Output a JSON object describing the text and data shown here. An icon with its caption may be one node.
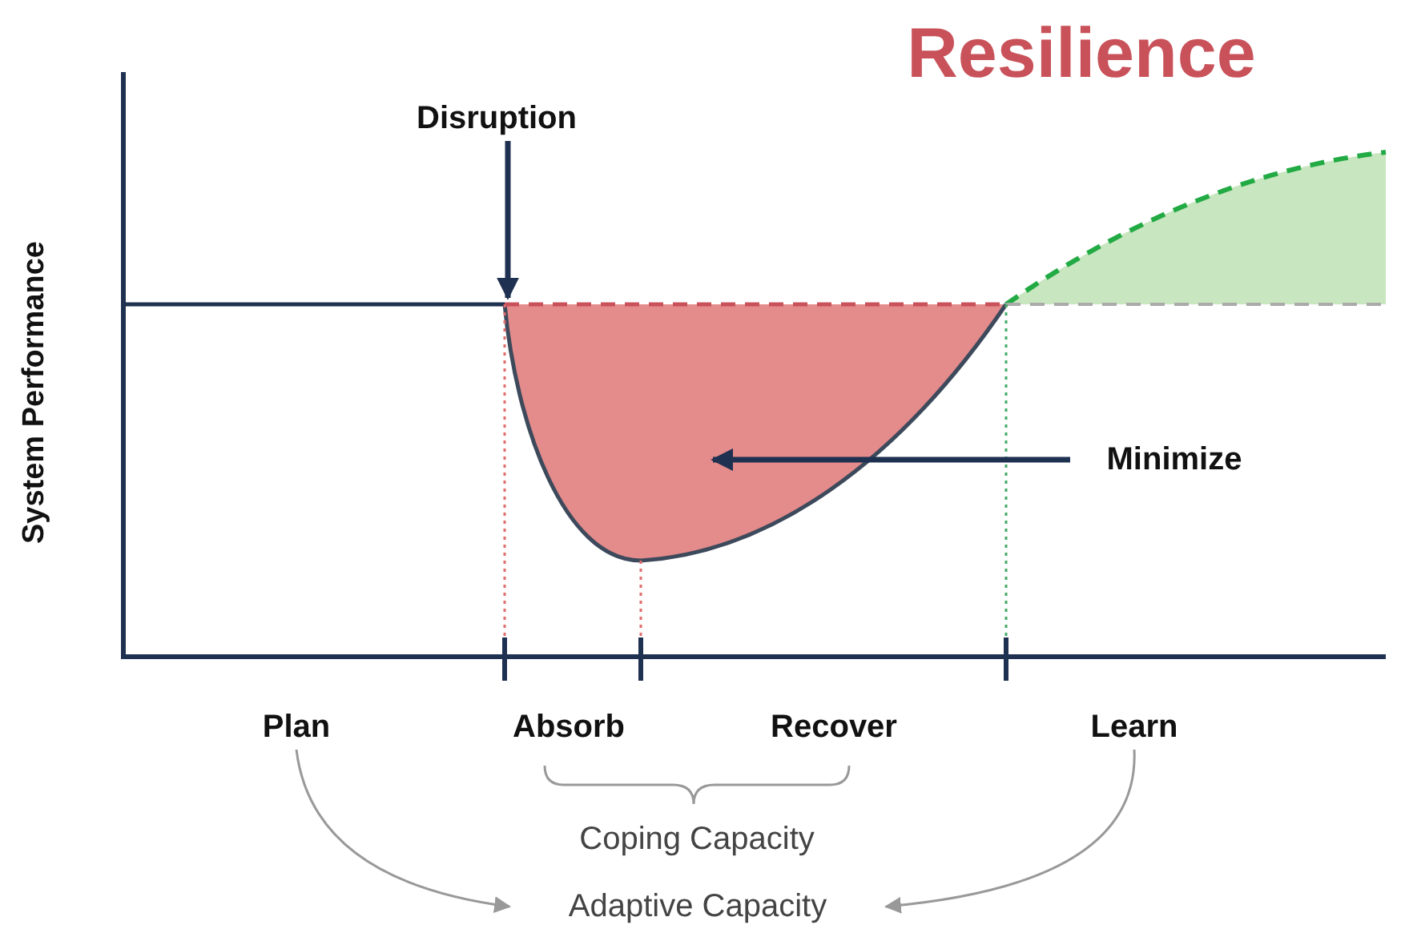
{
  "diagram": {
    "title": "Resilience",
    "nodes": [
      {
        "text": [
          "Disruption"
        ]
      },
      {
        "text": [
          "Minimize"
        ]
      },
      {
        "text": [
          "Plan"
        ]
      },
      {
        "text": [
          "Absorb"
        ]
      },
      {
        "text": [
          "Recover"
        ]
      },
      {
        "text": [
          "Learn"
        ]
      },
      {
        "text": [
          "Coping Capacity"
        ]
      },
      {
        "text": [
          "Adaptive Capacity"
        ]
      }
    ],
    "edges": [
      {
        "from": 0,
        "to": null,
        "arrow": "to",
        "style": "thick",
        "color": "#1f3150"
      },
      {
        "from": 1,
        "to": null,
        "arrow": "to",
        "style": "thick",
        "color": "#1f3150"
      },
      {
        "from": 2,
        "to": 7,
        "arrow": "to",
        "color": "#999999"
      },
      {
        "from": 5,
        "to": 7,
        "arrow": "to",
        "color": "#999999"
      }
    ],
    "labels": [
      "System Performance"
    ]
  }
}
